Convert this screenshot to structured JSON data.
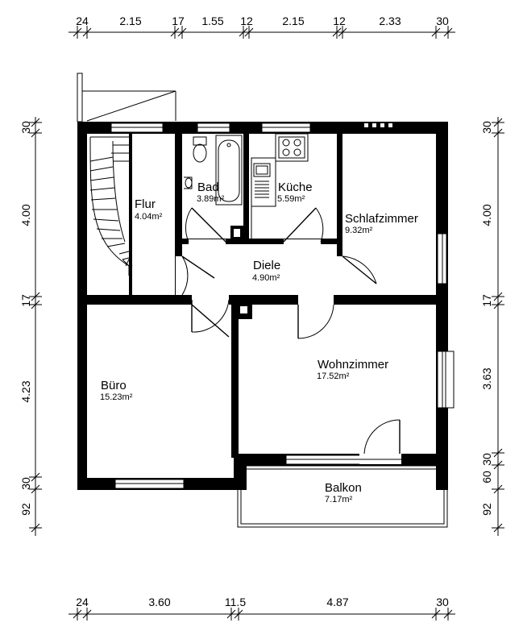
{
  "dimensions": {
    "top": [
      "24",
      "2.15",
      "17",
      "1.55",
      "12",
      "2.15",
      "12",
      "2.33",
      "30"
    ],
    "bottom": [
      "24",
      "3.60",
      "11.5",
      "4.87",
      "30"
    ],
    "left": [
      "30",
      "4.00",
      "17",
      "4.23",
      "30",
      "92"
    ],
    "right": [
      "30",
      "4.00",
      "17",
      "3.63",
      "60",
      "30",
      "92"
    ]
  },
  "rooms": {
    "flur": {
      "name": "Flur",
      "area": "4.04m²"
    },
    "bad": {
      "name": "Bad",
      "area": "3.89m²"
    },
    "kueche": {
      "name": "Küche",
      "area": "5.59m²"
    },
    "schlafzimmer": {
      "name": "Schlafzimmer",
      "area": "9.32m²"
    },
    "diele": {
      "name": "Diele",
      "area": "4.90m²"
    },
    "buero": {
      "name": "Büro",
      "area": "15.23m²"
    },
    "wohnzimmer": {
      "name": "Wohnzimmer",
      "area": "17.52m²"
    },
    "balkon": {
      "name": "Balkon",
      "area": "7.17m²"
    }
  }
}
